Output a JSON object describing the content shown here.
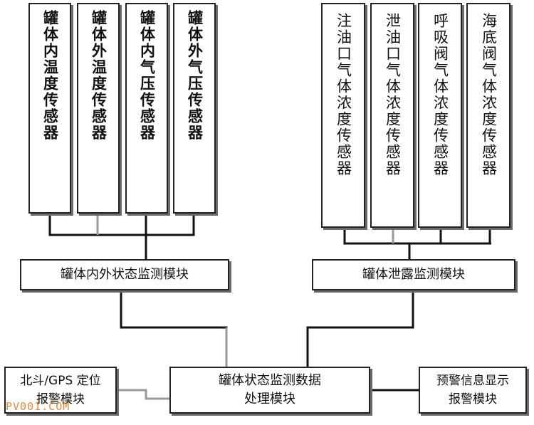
{
  "sensors_left": [
    {
      "label": "罐体内温度传感器"
    },
    {
      "label": "罐体外温度传感器"
    },
    {
      "label": "罐体内气压传感器"
    },
    {
      "label": "罐体外气压传感器"
    }
  ],
  "sensors_right": [
    {
      "label": "注油口气体浓度传感器"
    },
    {
      "label": "泄油口气体浓度传感器"
    },
    {
      "label": "呼吸阀气体浓度传感器"
    },
    {
      "label": "海底阀气体浓度传感器"
    }
  ],
  "modules": {
    "tank_status_monitor": "罐体内外状态监测模块",
    "tank_leak_monitor": "罐体泄露监测模块",
    "processing_line1": "罐体状态监测数据",
    "processing_line2": "处理模块",
    "gps_line1": "北斗/GPS 定位",
    "gps_line2": "报警模块",
    "alarm_line1": "预警信息显示",
    "alarm_line2": "报警模块"
  },
  "watermark": "PV001.COM",
  "colors": {
    "wire_dark": "#111111",
    "wire_gray": "#9a9a9a",
    "shadow": "#6b6b6b",
    "watermark": "#e98a3a"
  }
}
